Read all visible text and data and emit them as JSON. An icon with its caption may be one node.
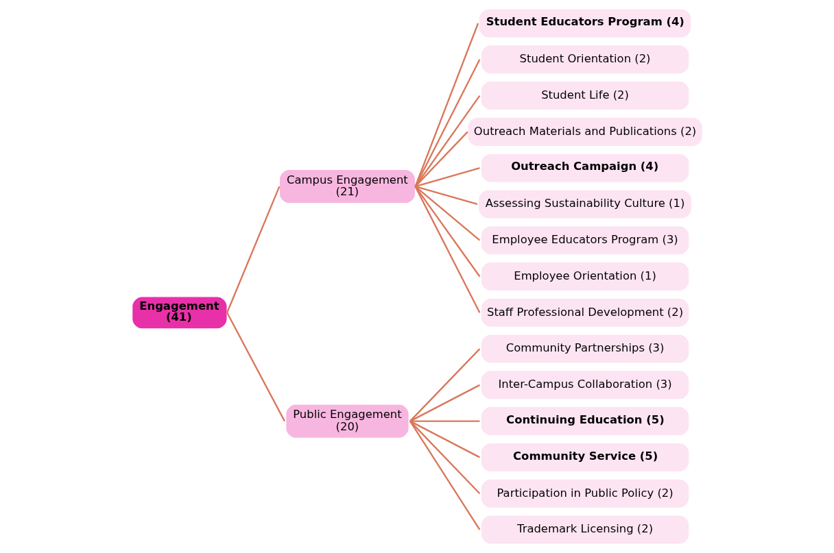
{
  "diagram": {
    "nodes": [
      {
        "text": [
          "Engagement (41)"
        ]
      },
      {
        "text": [
          "Campus Engagement (21)"
        ]
      },
      {
        "text": [
          "Student Educators Program (4)"
        ]
      },
      {
        "text": [
          "Student Orientation (2)"
        ]
      },
      {
        "text": [
          "Student Life (2)"
        ]
      },
      {
        "text": [
          "Outreach Materials and Publications (2)"
        ]
      },
      {
        "text": [
          "Outreach Campaign (4)"
        ]
      },
      {
        "text": [
          "Assessing Sustainability Culture (1)"
        ]
      },
      {
        "text": [
          "Employee Educators Program (3)"
        ]
      },
      {
        "text": [
          "Employee Orientation (1)"
        ]
      },
      {
        "text": [
          "Staff Professional Development (2)"
        ]
      },
      {
        "text": [
          "Public Engagement (20)"
        ]
      },
      {
        "text": [
          "Community Partnerships (3)"
        ]
      },
      {
        "text": [
          "Inter-Campus Collaboration (3)"
        ]
      },
      {
        "text": [
          "Continuing Education (5)"
        ]
      },
      {
        "text": [
          "Community Service (5)"
        ]
      },
      {
        "text": [
          "Participation in Public Policy (2)"
        ]
      },
      {
        "text": [
          "Trademark Licensing (2)"
        ]
      }
    ],
    "edges": [
      {
        "from": 0,
        "to": 1,
        "arrow": "none"
      },
      {
        "from": 0,
        "to": 11,
        "arrow": "none"
      },
      {
        "from": 1,
        "to": 2,
        "arrow": "none"
      },
      {
        "from": 1,
        "to": 3,
        "arrow": "none"
      },
      {
        "from": 1,
        "to": 4,
        "arrow": "none"
      },
      {
        "from": 1,
        "to": 5,
        "arrow": "none"
      },
      {
        "from": 1,
        "to": 6,
        "arrow": "none"
      },
      {
        "from": 1,
        "to": 7,
        "arrow": "none"
      },
      {
        "from": 1,
        "to": 8,
        "arrow": "none"
      },
      {
        "from": 1,
        "to": 9,
        "arrow": "none"
      },
      {
        "from": 1,
        "to": 10,
        "arrow": "none"
      },
      {
        "from": 11,
        "to": 12,
        "arrow": "none"
      },
      {
        "from": 11,
        "to": 13,
        "arrow": "none"
      },
      {
        "from": 11,
        "to": 14,
        "arrow": "none"
      },
      {
        "from": 11,
        "to": 15,
        "arrow": "none"
      },
      {
        "from": 11,
        "to": 16,
        "arrow": "none"
      },
      {
        "from": 11,
        "to": 17,
        "arrow": "none"
      }
    ]
  }
}
